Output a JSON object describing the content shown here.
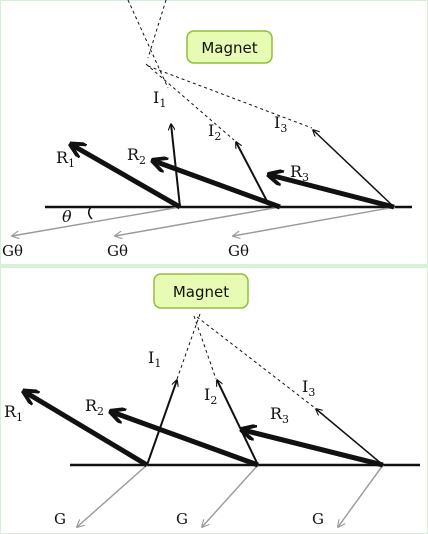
{
  "panels": [
    {
      "magnet_label": "Magnet",
      "angle_label": "θ",
      "incident_labels": [
        "I",
        "I",
        "I"
      ],
      "incident_subs": [
        "1",
        "2",
        "3"
      ],
      "reflected_labels": [
        "R",
        "R",
        "R"
      ],
      "reflected_subs": [
        "1",
        "2",
        "3"
      ],
      "gravity_labels": [
        "Gθ",
        "Gθ",
        "Gθ"
      ]
    },
    {
      "magnet_label": "Magnet",
      "incident_labels": [
        "I",
        "I",
        "I"
      ],
      "incident_subs": [
        "1",
        "2",
        "3"
      ],
      "reflected_labels": [
        "R",
        "R",
        "R"
      ],
      "reflected_subs": [
        "1",
        "2",
        "3"
      ],
      "gravity_labels": [
        "G",
        "G",
        "G"
      ]
    }
  ],
  "colors": {
    "magnet_fill": "#e8fbb4",
    "magnet_border": "#8fbf3a",
    "divider": "#cfeccf",
    "gravity": "#999999"
  }
}
